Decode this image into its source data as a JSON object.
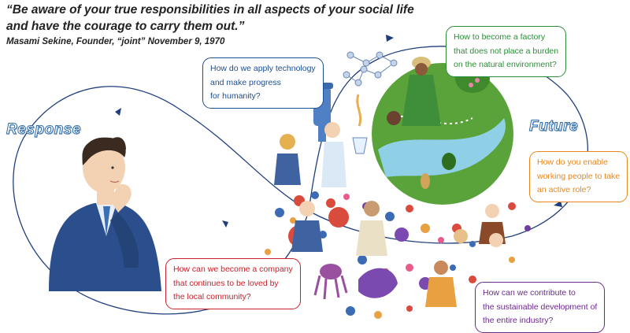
{
  "quote": {
    "line1": "“Be aware of your true responsibilities in all aspects of your social life",
    "line2": "and have the courage to carry them out.”",
    "attribution": "Masami Sekine, Founder, “joint” November 9, 1970"
  },
  "labels": {
    "response": "Response",
    "future": "Future"
  },
  "bubbles": {
    "technology": {
      "lines": [
        "How do we apply technology",
        "and make progress",
        "for humanity?"
      ],
      "color": "#1d4e92"
    },
    "factory": {
      "lines": [
        "How to become a factory",
        "that does not place a burden",
        "on the natural environment?"
      ],
      "color": "#2e8b3a"
    },
    "working": {
      "lines": [
        "How do you enable",
        "working people to take",
        "an active role?"
      ],
      "color": "#e8871e"
    },
    "community": {
      "lines": [
        "How can we become a company",
        "that continues to be loved by",
        "the local community?"
      ],
      "color": "#c8202a"
    },
    "industry": {
      "lines": [
        "How can we contribute to",
        "the sustainable development of",
        "the entire industry?"
      ],
      "color": "#6a2a8a"
    }
  },
  "colors": {
    "loop_line": "#1f3f7a",
    "suit": "#2a4f8c",
    "skin": "#f3d2b4",
    "globe_green": "#5aa33a",
    "water": "#8fd0e6"
  }
}
